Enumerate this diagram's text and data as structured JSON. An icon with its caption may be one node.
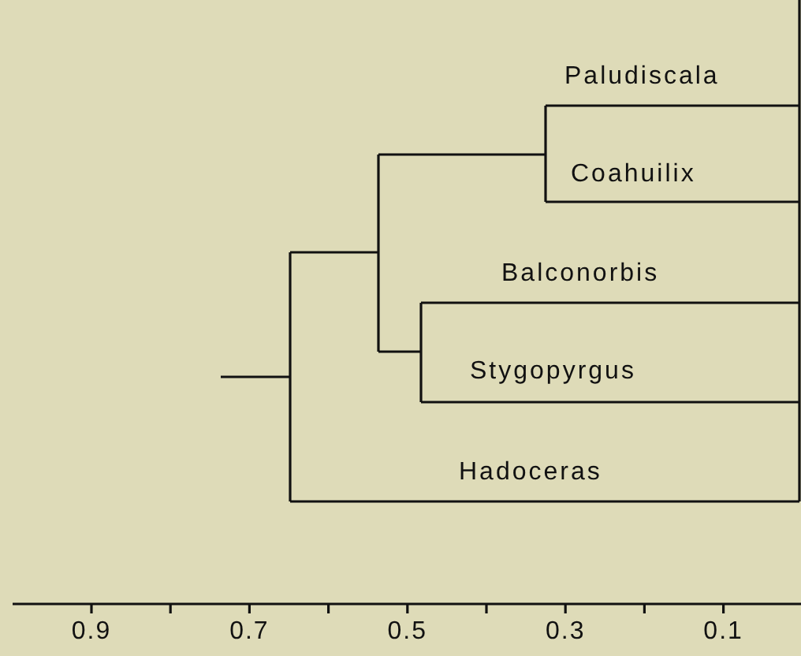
{
  "diagram": {
    "nodes": [
      {
        "text": [
          "Paludiscala"
        ]
      },
      {
        "text": [
          "Coahuilix"
        ]
      },
      {
        "text": [
          "Balconorbis"
        ]
      },
      {
        "text": [
          "Stygopyrgus"
        ]
      },
      {
        "text": [
          "Hadoceras"
        ]
      }
    ],
    "labels": [
      "0.9",
      "0.7",
      "0.5",
      "0.3",
      "0.1"
    ]
  }
}
